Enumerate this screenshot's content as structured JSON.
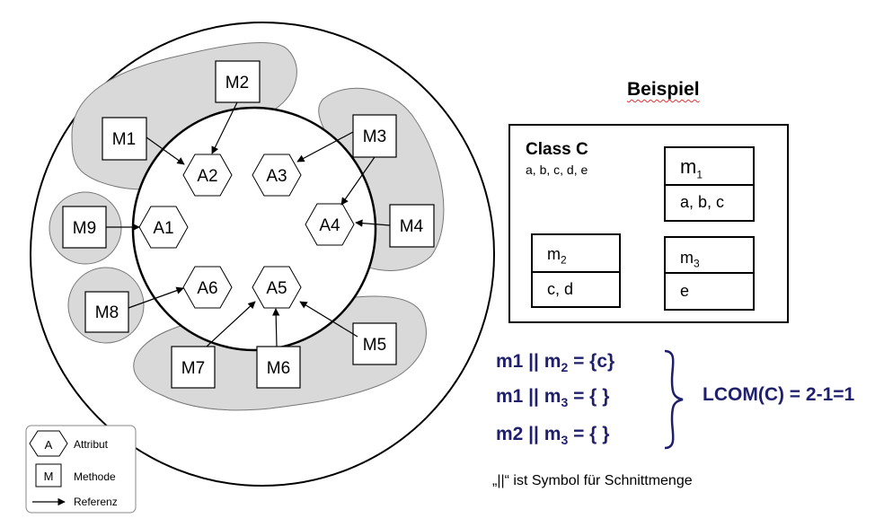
{
  "diagram": {
    "attributes": [
      "A1",
      "A2",
      "A3",
      "A4",
      "A5",
      "A6"
    ],
    "methods": [
      "M1",
      "M2",
      "M3",
      "M4",
      "M5",
      "M6",
      "M7",
      "M8",
      "M9"
    ],
    "legend": {
      "attribute_symbol": "A",
      "attribute_label": "Attribut",
      "method_symbol": "M",
      "method_label": "Methode",
      "reference_label": "Referenz"
    }
  },
  "example": {
    "title": "Beispiel",
    "class_name": "Class C",
    "class_attrs": "a, b, c, d, e",
    "m1": {
      "name": "m",
      "sub": "1",
      "values": "a, b, c"
    },
    "m2": {
      "name": "m",
      "sub": "2",
      "values": "c, d"
    },
    "m3": {
      "name": "m",
      "sub": "3",
      "values": "e"
    }
  },
  "equations": {
    "eq1": {
      "left": "m1 || m",
      "sub": "2",
      "right": " = {c}"
    },
    "eq2": {
      "left": "m1 || m",
      "sub": "3",
      "right": " = { }"
    },
    "eq3": {
      "left": "m2 || m",
      "sub": "3",
      "right": " = { }"
    },
    "result": "LCOM(C) = 2-1=1"
  },
  "footnote": "„||“ ist Symbol für Schnittmenge",
  "colors": {
    "cluster_fill": "#d9d9d9",
    "equation_text": "#1f1f6e",
    "underline": "#d33333"
  }
}
